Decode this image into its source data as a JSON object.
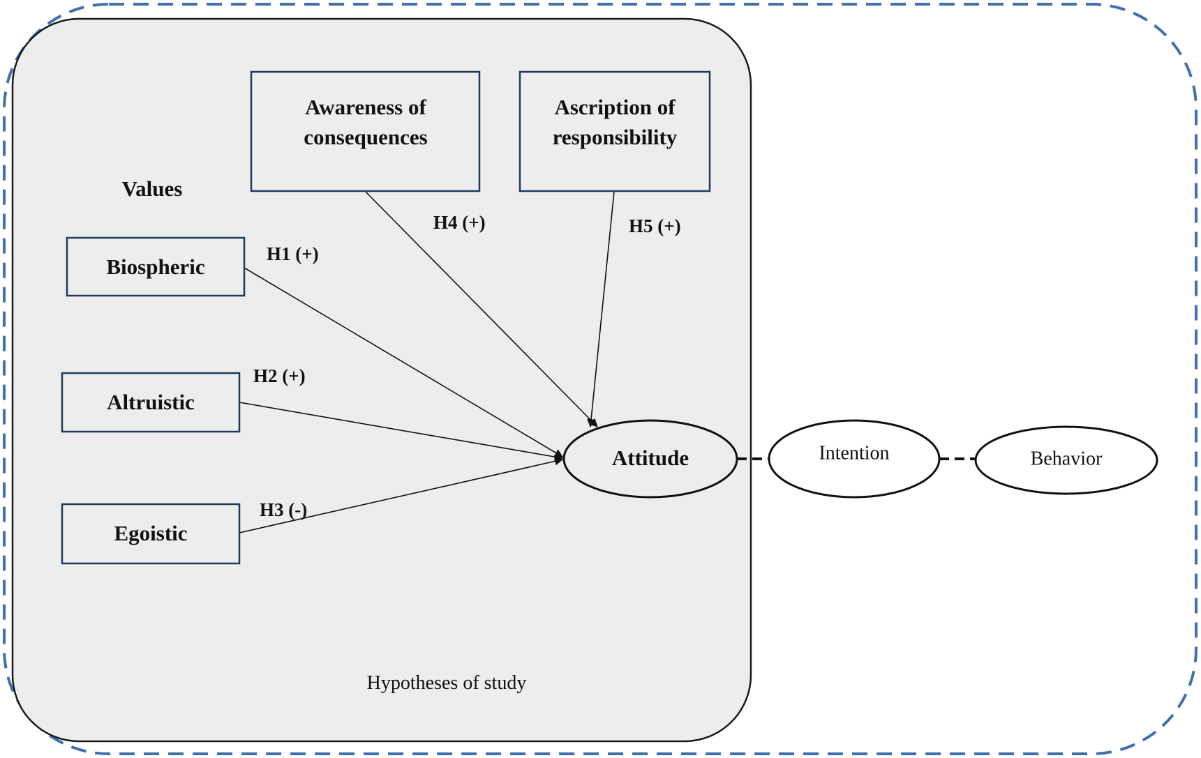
{
  "colors": {
    "outer_dashed_border": "#3f6fb0",
    "inner_panel_fill": "#ededed",
    "inner_panel_stroke": "#1a1a1a",
    "box_stroke": "#1f3a5f",
    "arrow": "#111111"
  },
  "group_label": "Values",
  "panel_caption": "Hypotheses of study",
  "constructs": {
    "awareness": {
      "lines": [
        "Awareness of",
        "consequences"
      ]
    },
    "ascription": {
      "lines": [
        "Ascription of",
        "responsibility"
      ]
    },
    "biospheric": {
      "label": "Biospheric"
    },
    "altruistic": {
      "label": "Altruistic"
    },
    "egoistic": {
      "label": "Egoistic"
    },
    "attitude": {
      "label": "Attitude"
    },
    "intention": {
      "label": "Intention"
    },
    "behavior": {
      "label": "Behavior"
    }
  },
  "hypotheses": {
    "h1": "H1 (+)",
    "h2": "H2 (+)",
    "h3": "H3 (-)",
    "h4": "H4 (+)",
    "h5": "H5 (+)"
  }
}
